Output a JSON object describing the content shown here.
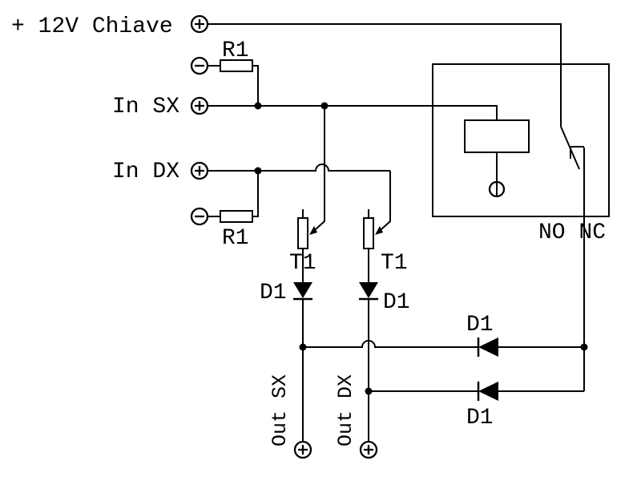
{
  "diagram": {
    "kind": "circuit-schematic",
    "colors": {
      "background": "#ffffff",
      "line": "#000000"
    }
  },
  "labels": {
    "supply": "+ 12V Chiave",
    "in_sx": "In SX",
    "in_dx": "In DX",
    "r1_top": "R1",
    "r1_bottom": "R1",
    "t1_left": "T1",
    "t1_right": "T1",
    "d1_out_sx": "D1",
    "d1_out_dx": "D1",
    "d1_relay_upper": "D1",
    "d1_relay_lower": "D1",
    "relay_contacts": "NO NC",
    "out_sx": "Out SX",
    "out_dx": "Out DX"
  }
}
